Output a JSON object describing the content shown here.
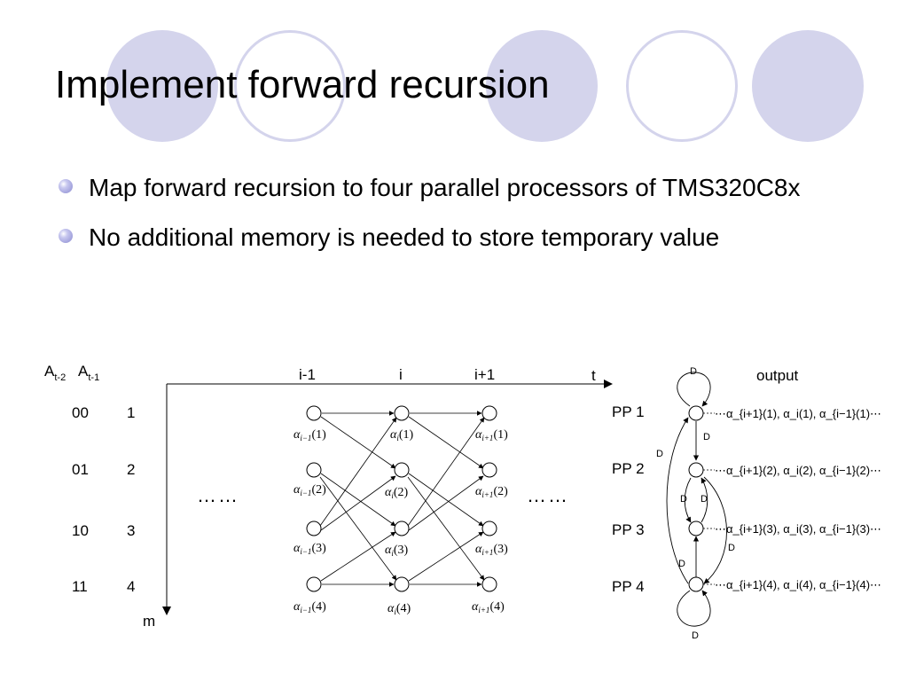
{
  "slide": {
    "title": "Implement forward recursion",
    "bullets": [
      "Map forward recursion to four parallel processors of TMS320C8x",
      "No additional memory is needed to store temporary value"
    ]
  },
  "diagram": {
    "column_headers": {
      "a_t2": "A",
      "a_t2_sub": "t-2",
      "a_t1": "A",
      "a_t1_sub": "t-1"
    },
    "state_codes": [
      "00",
      "01",
      "10",
      "11"
    ],
    "state_numbers": [
      "1",
      "2",
      "3",
      "4"
    ],
    "time_labels": [
      "i-1",
      "i",
      "i+1"
    ],
    "axis_t": "t",
    "axis_m": "m",
    "ellipsis_left": "……",
    "ellipsis_right": "……",
    "alpha_symbol": "α",
    "time_subscripts": [
      "i−1",
      "i",
      "i+1"
    ],
    "node_args": [
      "(1)",
      "(2)",
      "(3)",
      "(4)"
    ],
    "processors": [
      "PP 1",
      "PP 2",
      "PP 3",
      "PP 4"
    ],
    "output_label": "output",
    "delay_label": "D",
    "outputs": [
      "⋯α_{i+1}(1), α_i(1), α_{i−1}(1)⋯",
      "⋯α_{i+1}(2), α_i(2), α_{i−1}(2)⋯",
      "⋯α_{i+1}(3), α_i(3), α_{i−1}(3)⋯",
      "⋯α_{i+1}(4), α_i(4), α_{i−1}(4)⋯"
    ],
    "colors": {
      "accent": "#d4d4ec",
      "bullet": "#8a8ad0",
      "line": "#000000"
    }
  }
}
